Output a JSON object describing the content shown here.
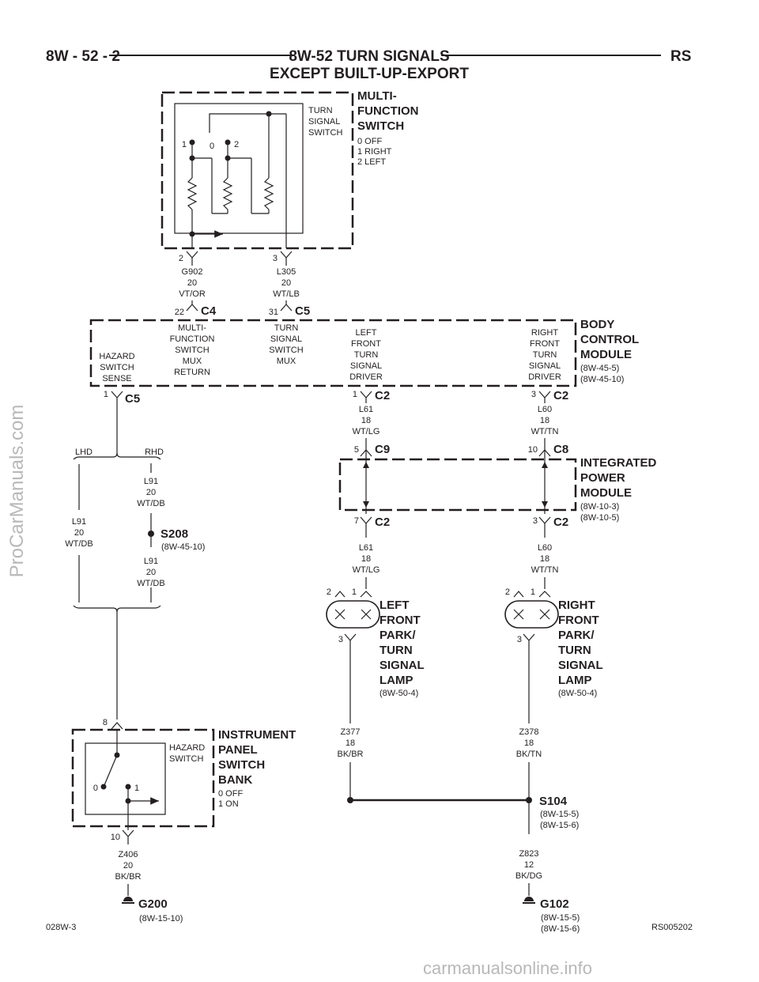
{
  "header": {
    "page_number": "8W - 52 - 2",
    "title_line1": "8W-52 TURN SIGNALS",
    "title_line2": "EXCEPT BUILT-UP-EXPORT",
    "code": "RS"
  },
  "footer": {
    "left_code": "028W-3",
    "right_code": "RS005202"
  },
  "watermarks": {
    "side": "ProCarManuals.com",
    "bottom": "carmanualsonline.info"
  },
  "mfs": {
    "title": [
      "MULTI-",
      "FUNCTION",
      "SWITCH"
    ],
    "positions": [
      "0 OFF",
      "1 RIGHT",
      "2 LEFT"
    ],
    "inner_label": [
      "TURN",
      "SIGNAL",
      "SWITCH"
    ],
    "contacts": [
      "1",
      "0",
      "2"
    ],
    "pin_a": "2",
    "pin_b": "3"
  },
  "wires": {
    "g902": [
      "G902",
      "20",
      "VT/OR"
    ],
    "l305": [
      "L305",
      "20",
      "WT/LB"
    ],
    "l61_top": [
      "L61",
      "18",
      "WT/LG"
    ],
    "l60_top": [
      "L60",
      "18",
      "WT/TN"
    ],
    "l61_bot": [
      "L61",
      "18",
      "WT/LG"
    ],
    "l60_bot": [
      "L60",
      "18",
      "WT/TN"
    ],
    "l91_rhd": [
      "L91",
      "20",
      "WT/DB"
    ],
    "l91_lhd": [
      "L91",
      "20",
      "WT/DB"
    ],
    "l91_s208": [
      "L91",
      "20",
      "WT/DB"
    ],
    "z377": [
      "Z377",
      "18",
      "BK/BR"
    ],
    "z378": [
      "Z378",
      "18",
      "BK/TN"
    ],
    "z406": [
      "Z406",
      "20",
      "BK/BR"
    ],
    "z823": [
      "Z823",
      "12",
      "BK/DG"
    ]
  },
  "connectors": {
    "bcm_c4": {
      "pin": "22",
      "name": "C4"
    },
    "bcm_c5_top": {
      "pin": "31",
      "name": "C5"
    },
    "bcm_c5_bot": {
      "pin": "1",
      "name": "C5"
    },
    "bcm_c2_left": {
      "pin": "1",
      "name": "C2"
    },
    "bcm_c2_right": {
      "pin": "3",
      "name": "C2"
    },
    "ipm_c9": {
      "pin": "5",
      "name": "C9"
    },
    "ipm_c8": {
      "pin": "10",
      "name": "C8"
    },
    "ipm_c2_left": {
      "pin": "7",
      "name": "C2"
    },
    "ipm_c2_right": {
      "pin": "3",
      "name": "C2"
    }
  },
  "bcm": {
    "title": [
      "BODY",
      "CONTROL",
      "MODULE"
    ],
    "refs": [
      "(8W-45-5)",
      "(8W-45-10)"
    ],
    "hazard_sense": [
      "HAZARD",
      "SWITCH",
      "SENSE"
    ],
    "mfs_return": [
      "MULTI-",
      "FUNCTION",
      "SWITCH",
      "MUX",
      "RETURN"
    ],
    "ts_mux": [
      "TURN",
      "SIGNAL",
      "SWITCH",
      "MUX"
    ],
    "left_driver": [
      "LEFT",
      "FRONT",
      "TURN",
      "SIGNAL",
      "DRIVER"
    ],
    "right_driver": [
      "RIGHT",
      "FRONT",
      "TURN",
      "SIGNAL",
      "DRIVER"
    ]
  },
  "ipm": {
    "title": [
      "INTEGRATED",
      "POWER",
      "MODULE"
    ],
    "refs": [
      "(8W-10-3)",
      "(8W-10-5)"
    ]
  },
  "branch": {
    "lhd": "LHD",
    "rhd": "RHD"
  },
  "splices": {
    "s208": {
      "name": "S208",
      "ref": "(8W-45-10)"
    },
    "s104": {
      "name": "S104",
      "refs": [
        "(8W-15-5)",
        "(8W-15-6)"
      ]
    }
  },
  "lamps": {
    "left": {
      "title": [
        "LEFT",
        "FRONT",
        "PARK/",
        "TURN",
        "SIGNAL",
        "LAMP"
      ],
      "ref": "(8W-50-4)",
      "pins": [
        "2",
        "1",
        "3"
      ]
    },
    "right": {
      "title": [
        "RIGHT",
        "FRONT",
        "PARK/",
        "TURN",
        "SIGNAL",
        "LAMP"
      ],
      "ref": "(8W-50-4)",
      "pins": [
        "2",
        "1",
        "3"
      ]
    }
  },
  "ipsb": {
    "title": [
      "INSTRUMENT",
      "PANEL",
      "SWITCH",
      "BANK"
    ],
    "positions": [
      "0 OFF",
      "1 ON"
    ],
    "inner_label": [
      "HAZARD",
      "SWITCH"
    ],
    "contacts": [
      "0",
      "1"
    ],
    "pin_top": "8",
    "pin_bottom": "10"
  },
  "grounds": {
    "g200": {
      "name": "G200",
      "ref": "(8W-15-10)"
    },
    "g102": {
      "name": "G102",
      "refs": [
        "(8W-15-5)",
        "(8W-15-6)"
      ]
    }
  }
}
